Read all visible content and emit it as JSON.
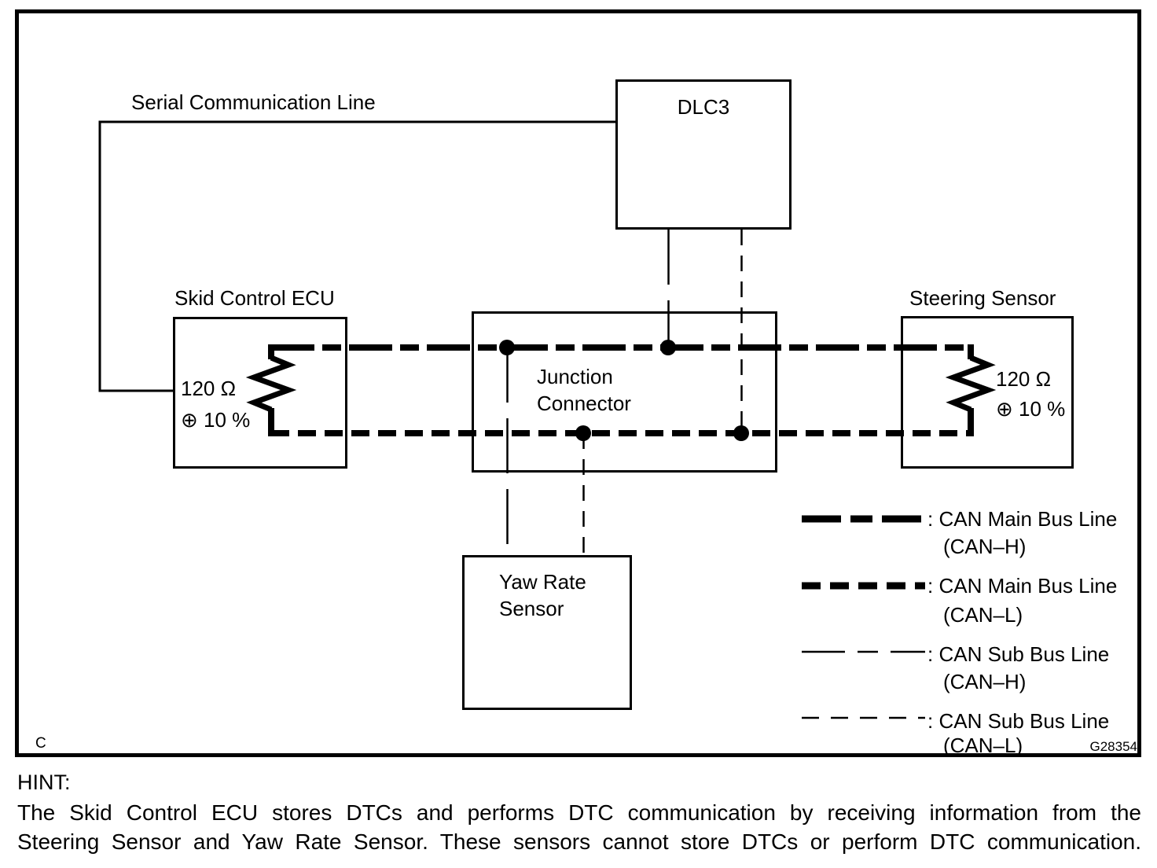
{
  "diagram": {
    "serial_label": "Serial Communication Line",
    "corner_mark": "C",
    "figure_code": "G28354",
    "nodes": {
      "dlc3": "DLC3",
      "skid_ecu": "Skid Control ECU",
      "junction_line1": "Junction",
      "junction_line2": "Connector",
      "steering": "Steering Sensor",
      "yaw_line1": "Yaw Rate",
      "yaw_line2": "Sensor"
    },
    "resistors": {
      "left_value": "120 Ω",
      "left_tolerance": "⊕ 10 %",
      "right_value": "120 Ω",
      "right_tolerance": "⊕ 10 %"
    }
  },
  "legend": {
    "items": [
      {
        "style": "thick-long-dash",
        "label": ": CAN Main Bus Line",
        "sub": "(CAN–H)"
      },
      {
        "style": "thick-short-dash",
        "label": ": CAN Main Bus Line",
        "sub": "(CAN–L)"
      },
      {
        "style": "thin-long-dash",
        "label": ": CAN Sub Bus Line",
        "sub": "(CAN–H)"
      },
      {
        "style": "thin-short-dash",
        "label": ": CAN Sub Bus Line",
        "sub": "(CAN–L)"
      }
    ]
  },
  "hint": {
    "title": "HINT:",
    "line1": "The Skid Control ECU stores DTCs and performs DTC communication by receiving information from the",
    "line2": "Steering Sensor and Yaw Rate Sensor. These sensors cannot store DTCs or perform DTC communication."
  },
  "colors": {
    "line": "#000000",
    "background": "#ffffff"
  }
}
